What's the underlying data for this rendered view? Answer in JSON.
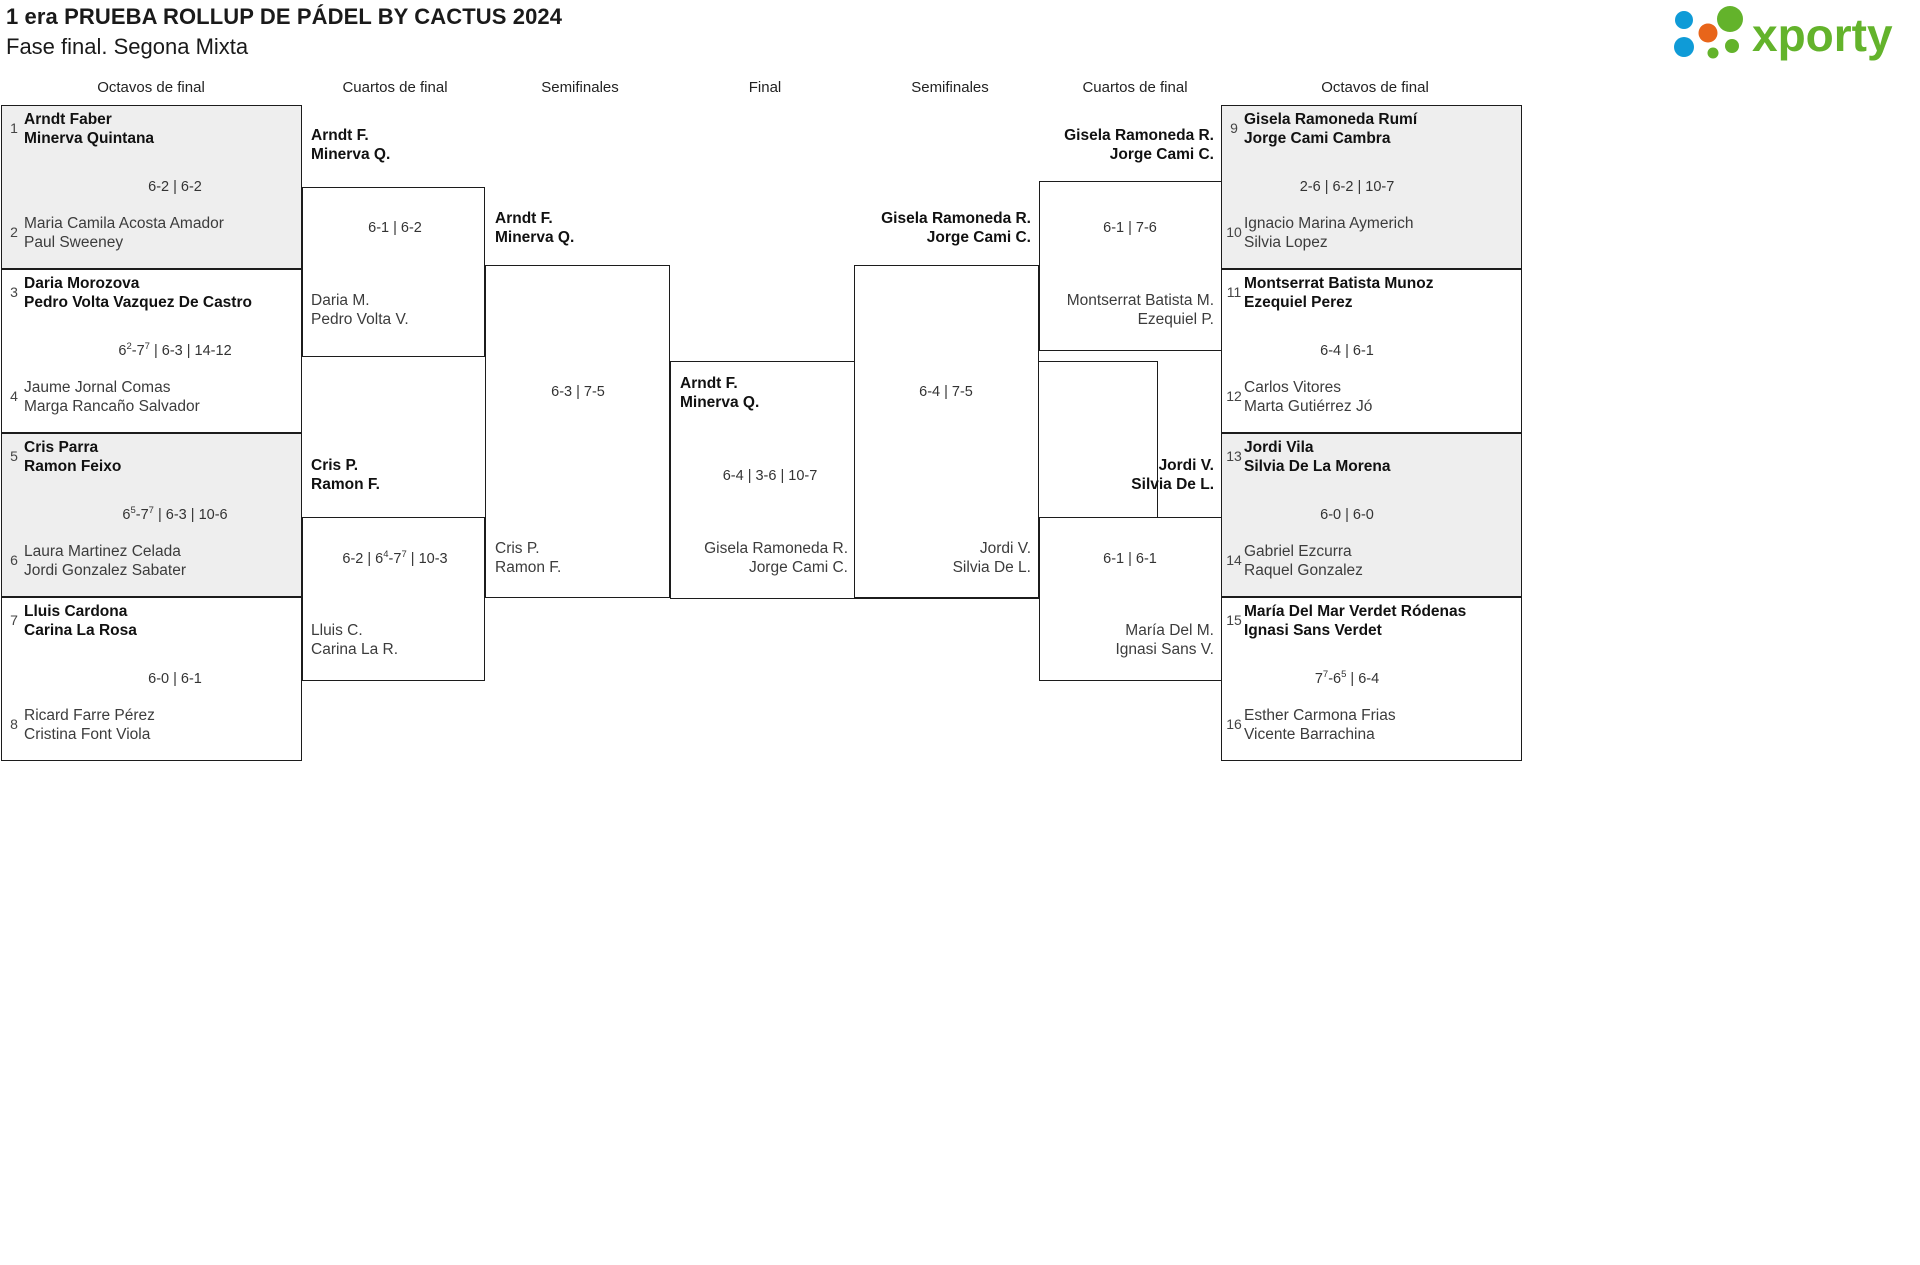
{
  "header": {
    "title_line1": "1 era PRUEBA ROLLUP DE PÁDEL BY CACTUS 2024",
    "title_line2": "Fase final. Segona Mixta",
    "logo_text": "xporty",
    "logo_colors": {
      "green": "#63b32b",
      "blue": "#0f9bd7",
      "orange": "#e8651a"
    }
  },
  "round_labels": {
    "left_r16": "Octavos de final",
    "left_qf": "Cuartos de final",
    "left_sf": "Semifinales",
    "final": "Final",
    "right_sf": "Semifinales",
    "right_qf": "Cuartos de final",
    "right_r16": "Octavos de final"
  },
  "left_r16": [
    {
      "seed": "1",
      "p1": "Arndt Faber",
      "p2": "Minerva Quintana",
      "result": "winner"
    },
    {
      "seed": "2",
      "p1": "Maria Camila Acosta Amador",
      "p2": "Paul Sweeney",
      "result": "loser"
    },
    {
      "seed": "3",
      "p1": "Daria Morozova",
      "p2": "Pedro Volta Vazquez De Castro",
      "result": "winner"
    },
    {
      "seed": "4",
      "p1": "Jaume Jornal Comas",
      "p2": "Marga Rancaño Salvador",
      "result": "loser"
    },
    {
      "seed": "5",
      "p1": "Cris Parra",
      "p2": "Ramon Feixo",
      "result": "winner"
    },
    {
      "seed": "6",
      "p1": "Laura Martinez Celada",
      "p2": "Jordi Gonzalez Sabater",
      "result": "loser"
    },
    {
      "seed": "7",
      "p1": "Lluis Cardona",
      "p2": "Carina La Rosa",
      "result": "winner"
    },
    {
      "seed": "8",
      "p1": "Ricard Farre Pérez",
      "p2": "Cristina Font Viola",
      "result": "loser"
    }
  ],
  "right_r16": [
    {
      "seed": "9",
      "p1": "Gisela Ramoneda Rumí",
      "p2": "Jorge Cami Cambra",
      "result": "winner"
    },
    {
      "seed": "10",
      "p1": "Ignacio Marina Aymerich",
      "p2": "Silvia Lopez",
      "result": "loser"
    },
    {
      "seed": "11",
      "p1": "Montserrat Batista Munoz",
      "p2": "Ezequiel Perez",
      "result": "winner"
    },
    {
      "seed": "12",
      "p1": "Carlos Vitores",
      "p2": "Marta Gutiérrez Jó",
      "result": "loser"
    },
    {
      "seed": "13",
      "p1": "Jordi Vila",
      "p2": "Silvia De La Morena",
      "result": "winner"
    },
    {
      "seed": "14",
      "p1": "Gabriel Ezcurra",
      "p2": "Raquel Gonzalez",
      "result": "loser"
    },
    {
      "seed": "15",
      "p1": "María Del Mar Verdet Ródenas",
      "p2": "Ignasi Sans Verdet",
      "result": "winner"
    },
    {
      "seed": "16",
      "p1": "Esther Carmona Frias",
      "p2": "Vicente Barrachina",
      "result": "loser"
    }
  ],
  "left_r16_scores": [
    {
      "sets": "6-2 | 6-2"
    },
    {
      "sets": "6²-7⁷ | 6-3 | 14-12"
    },
    {
      "sets": "6⁵-7⁷ | 6-3 | 10-6"
    },
    {
      "sets": "6-0 | 6-1"
    }
  ],
  "right_r16_scores": [
    {
      "sets": "2-6 | 6-2 | 10-7"
    },
    {
      "sets": "6-4 | 6-1"
    },
    {
      "sets": "6-0 | 6-0"
    },
    {
      "sets": "7⁷-6⁵ | 6-4"
    }
  ],
  "left_qf": [
    {
      "p1": "Arndt F.",
      "p2": "Minerva Q.",
      "result": "winner"
    },
    {
      "p1": "Daria M.",
      "p2": "Pedro Volta V.",
      "result": "loser"
    },
    {
      "p1": "Cris P.",
      "p2": "Ramon F.",
      "result": "winner"
    },
    {
      "p1": "Lluis C.",
      "p2": "Carina La R.",
      "result": "loser"
    }
  ],
  "left_qf_scores": [
    {
      "sets": "6-1 | 6-2"
    },
    {
      "sets": "6-2 | 6⁴-7⁷ | 10-3"
    }
  ],
  "right_qf": [
    {
      "p1": "Gisela Ramoneda R.",
      "p2": "Jorge Cami C.",
      "result": "winner"
    },
    {
      "p1": "Montserrat Batista M.",
      "p2": "Ezequiel P.",
      "result": "loser"
    },
    {
      "p1": "Jordi V.",
      "p2": "Silvia De L.",
      "result": "winner"
    },
    {
      "p1": "María Del M.",
      "p2": "Ignasi Sans V.",
      "result": "loser"
    }
  ],
  "right_qf_scores": [
    {
      "sets": "6-1 | 7-6"
    },
    {
      "sets": "6-1 | 6-1"
    }
  ],
  "left_sf": [
    {
      "p1": "Arndt F.",
      "p2": "Minerva Q.",
      "result": "winner"
    },
    {
      "p1": "Cris P.",
      "p2": "Ramon F.",
      "result": "loser"
    }
  ],
  "left_sf_scores": [
    {
      "sets": "6-3 | 7-5"
    }
  ],
  "right_sf": [
    {
      "p1": "Gisela Ramoneda R.",
      "p2": "Jorge Cami C.",
      "result": "winner"
    },
    {
      "p1": "Jordi V.",
      "p2": "Silvia De L.",
      "result": "loser"
    }
  ],
  "right_sf_scores": [
    {
      "sets": "6-4 | 7-5"
    }
  ],
  "final": {
    "winner": {
      "p1": "Arndt F.",
      "p2": "Minerva Q."
    },
    "runner": {
      "p1": "Gisela Ramoneda R.",
      "p2": "Jorge Cami C."
    },
    "score": "6-4 | 3-6 | 10-7"
  }
}
